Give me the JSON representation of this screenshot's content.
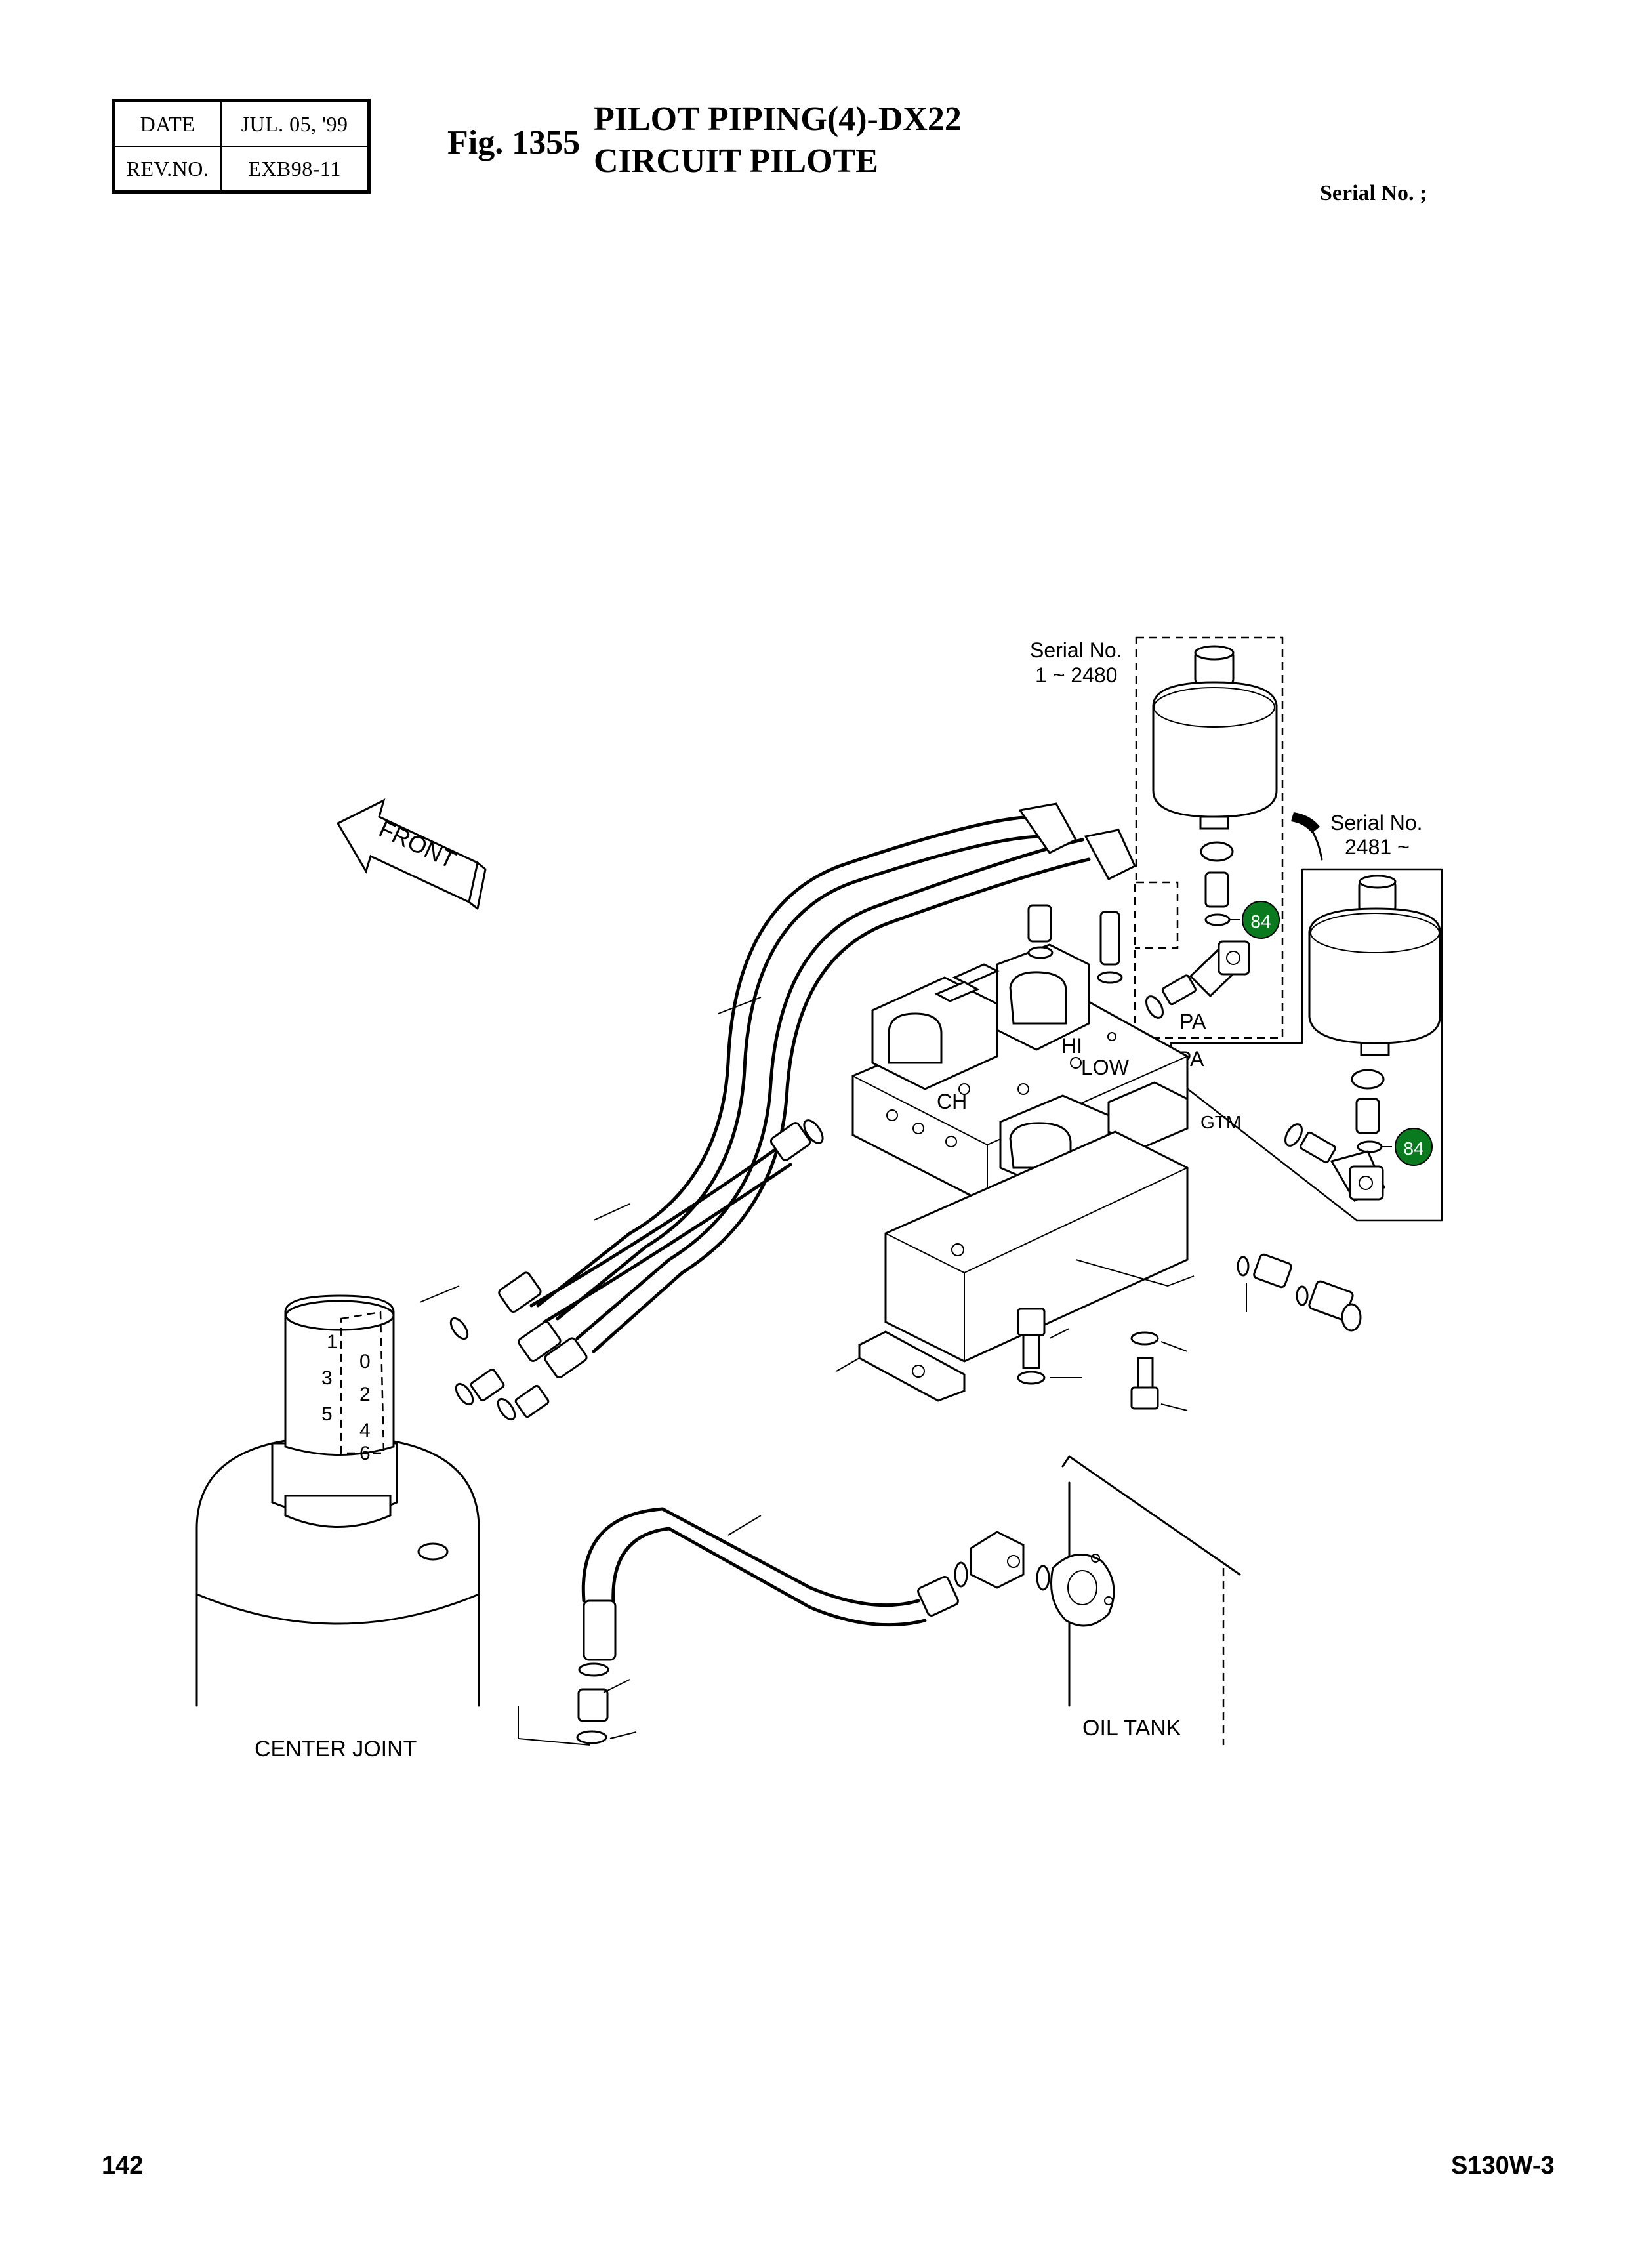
{
  "header": {
    "date_label": "DATE",
    "date_value": "JUL. 05, '99",
    "rev_label": "REV.NO.",
    "rev_value": "EXB98-11"
  },
  "figure": {
    "number": "Fig. 1355",
    "title_line1": "PILOT PIPING(4)-DX22",
    "title_line2": "CIRCUIT PILOTE",
    "serial_no": "Serial No. ;"
  },
  "diagram": {
    "front_arrow": "FRONT",
    "serial_old_line1": "Serial No.",
    "serial_old_line2": "1 ~ 2480",
    "serial_new_line1": "Serial No.",
    "serial_new_line2": "2481 ~",
    "callout_old": "84",
    "callout_new": "84",
    "port_pa_old": "PA",
    "port_pa_new": "PA",
    "port_hi": "HI",
    "port_low": "LOW",
    "port_ch": "CH",
    "port_gtm": "GTM",
    "center_joint": "CENTER JOINT",
    "oil_tank": "OIL TANK",
    "cj_ports": [
      "1",
      "0",
      "3",
      "2",
      "5",
      "4",
      "6"
    ],
    "callout_color": "#0a7a1f"
  },
  "footer": {
    "page_number": "142",
    "model": "S130W-3"
  }
}
